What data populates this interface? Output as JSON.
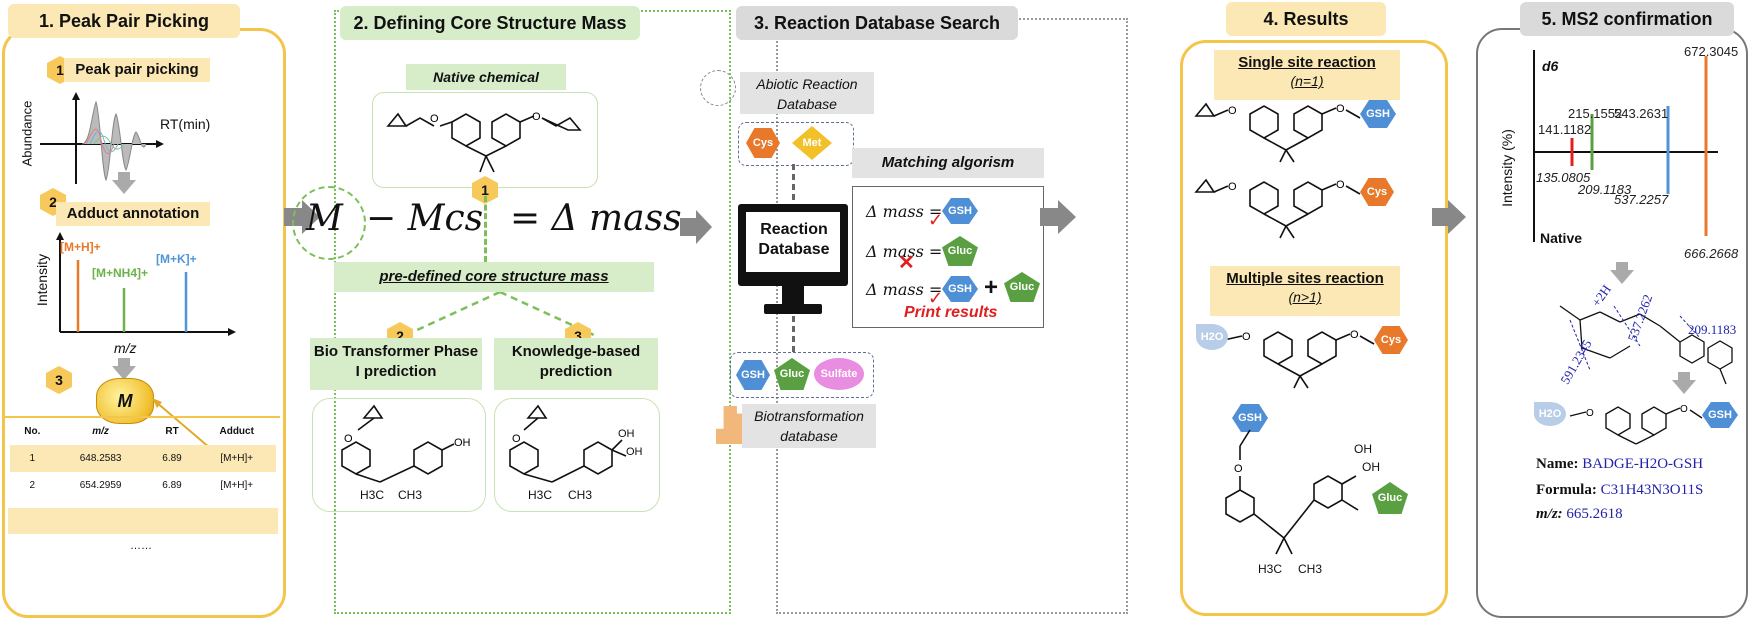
{
  "panel1": {
    "header": "1. Peak Pair Picking",
    "step1_num": "1",
    "step1_label": "Peak pair picking",
    "y_axis": "Abundance",
    "x_axis": "RT(min)",
    "step2_num": "2",
    "step2_label": "Adduct annotation",
    "ms_y_axis": "Intensity",
    "ms_x_axis": "m/z",
    "adduct_h": "[M+H]+",
    "adduct_nh4": "[M+NH4]+",
    "adduct_k": "[M+K]+",
    "step3_num": "3",
    "m_label": "M",
    "table_headers": [
      "No.",
      "m/z",
      "RT",
      "Adduct"
    ],
    "table_rows": [
      [
        "1",
        "648.2583",
        "6.89",
        "[M+H]+"
      ],
      [
        "2",
        "654.2959",
        "6.89",
        "[M+H]+"
      ]
    ],
    "ellipsis": "……"
  },
  "panel2": {
    "header": "2. Defining Core Structure Mass",
    "native_label": "Native chemical",
    "equation_m": "M",
    "equation_mid": "− Mcs",
    "equation_right": "= Δ mass",
    "badge1": "1",
    "predefined": "pre-defined core structure mass",
    "badge2": "2",
    "badge3": "3",
    "bio_label": "Bio Transformer Phase I prediction",
    "knowledge_label": "Knowledge-based prediction",
    "ch3": "H3C",
    "ch3b": "CH3",
    "oh": "OH"
  },
  "panel3": {
    "header": "3. Reaction Database Search",
    "abiotic_label": "Abiotic Reaction Database",
    "pill_cys": "Cys",
    "pill_met": "Met",
    "matching_label": "Matching algorism",
    "monitor_text": "Reaction Database",
    "match_rows": [
      "Δ mass =",
      "Δ mass =",
      "Δ mass ="
    ],
    "match_gsh": "GSH",
    "match_gluc": "Gluc",
    "plus": "+",
    "print_results": "Print results",
    "pill_gsh": "GSH",
    "pill_gluc": "Gluc",
    "pill_sulfate": "Sulfate",
    "bio_db_label": "Biotransformation database"
  },
  "panel4": {
    "header": "4. Results",
    "single_label": "Single site reaction",
    "single_n": "(n=1)",
    "multi_label": "Multiple sites reaction",
    "multi_n": "(n>1)",
    "gsh": "GSH",
    "cys": "Cys",
    "h2o": "H2O",
    "gluc": "Gluc",
    "oh": "OH",
    "h3c": "H3C",
    "ch3": "CH3"
  },
  "panel5": {
    "header": "5. MS2 confirmation",
    "d6": "d6",
    "y_axis": "Intensity (%)",
    "native": "Native",
    "peaks_top": [
      "141.1182",
      "215.1552",
      "543.2631",
      "672.3045"
    ],
    "peaks_bottom": [
      "135.0805",
      "209.1183",
      "537.2257",
      "666.2668"
    ],
    "frag_labels": [
      "+2H",
      "537.2262",
      "209.1183",
      "591.2345"
    ],
    "h2o": "H2O",
    "gsh": "GSH",
    "name_key": "Name:",
    "name_val": "BADGE-H2O-GSH",
    "formula_key": "Formula:",
    "formula_val": "C31H43N3O11S",
    "mz_key": "m/z:",
    "mz_val": "665.2618"
  },
  "colors": {
    "yellow": "#f3c54a",
    "green": "#7bbf58",
    "orange": "#e8782a",
    "blue": "#4f95d8",
    "gsh_blue": "#4f8fd6",
    "gluc_green": "#5aa042",
    "sulfate_pink": "#e98de0",
    "red": "#e02020"
  }
}
